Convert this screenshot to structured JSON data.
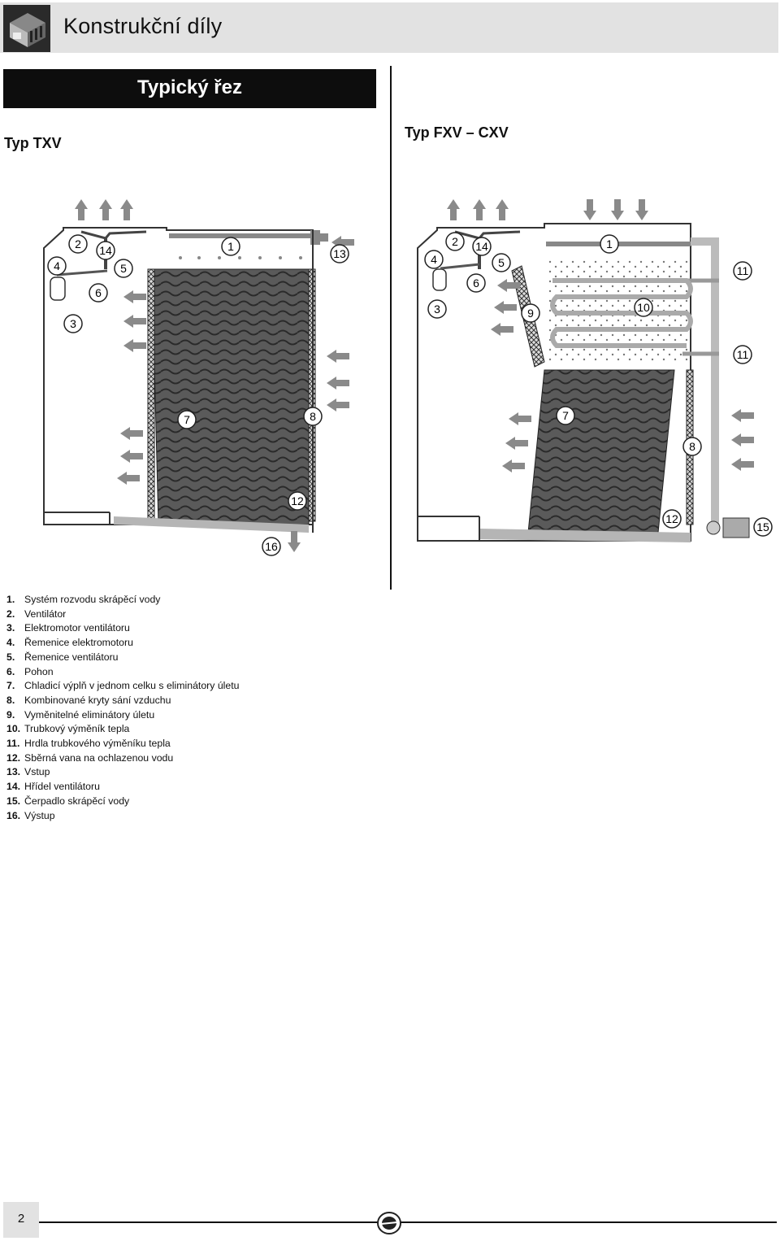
{
  "header": {
    "title": "Konstrukční díly"
  },
  "section": {
    "title": "Typický řez"
  },
  "types": {
    "left": "Typ TXV",
    "right": "Typ FXV – CXV"
  },
  "legend": [
    {
      "num": "1.",
      "text": "Systém rozvodu skrápěcí vody"
    },
    {
      "num": "2.",
      "text": "Ventilátor"
    },
    {
      "num": "3.",
      "text": "Elektromotor ventilátoru"
    },
    {
      "num": "4.",
      "text": "Řemenice elektromotoru"
    },
    {
      "num": "5.",
      "text": "Řemenice ventilátoru"
    },
    {
      "num": "6.",
      "text": "Pohon"
    },
    {
      "num": "7.",
      "text": "Chladicí výplň v jednom celku s eliminátory úletu"
    },
    {
      "num": "8.",
      "text": "Kombinované kryty sání vzduchu"
    },
    {
      "num": "9.",
      "text": "Vyměnitelné eliminátory úletu"
    },
    {
      "num": "10.",
      "text": "Trubkový výměník tepla"
    },
    {
      "num": "11.",
      "text": "Hrdla trubkového výměníku tepla"
    },
    {
      "num": "12.",
      "text": "Sběrná vana na ochlazenou vodu"
    },
    {
      "num": "13.",
      "text": "Vstup"
    },
    {
      "num": "14.",
      "text": "Hřídel ventilátoru"
    },
    {
      "num": "15.",
      "text": "Čerpadlo skrápěcí vody"
    },
    {
      "num": "16.",
      "text": "Výstup"
    }
  ],
  "callouts": {
    "c1": "1",
    "c2": "2",
    "c3": "3",
    "c4": "4",
    "c5": "5",
    "c6": "6",
    "c7": "7",
    "c8": "8",
    "c9": "9",
    "c10": "10",
    "c11": "11",
    "c12": "12",
    "c13": "13",
    "c14": "14",
    "c15": "15",
    "c16": "16"
  },
  "footer": {
    "page_number": "2"
  },
  "colors": {
    "dark": "#0d0d0d",
    "gray_bar": "#e2e2e2",
    "fill": "#4a4a4a",
    "arrow": "#8a8a8a"
  }
}
